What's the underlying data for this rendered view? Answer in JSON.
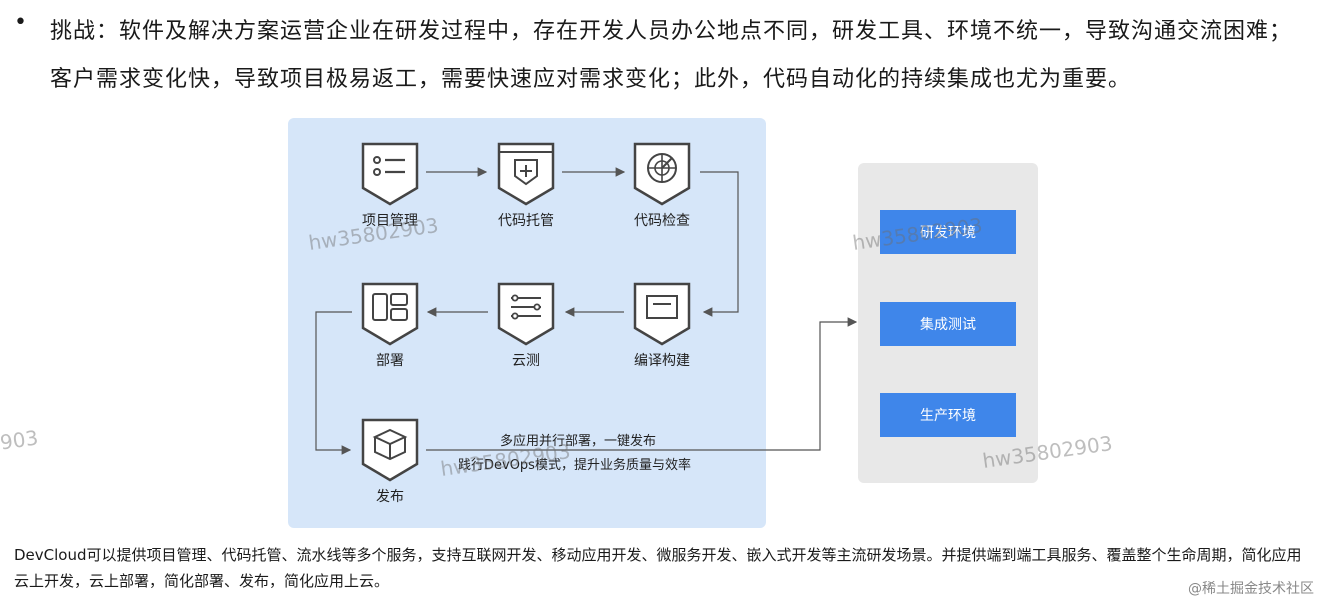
{
  "bullet": {
    "marker": "•",
    "text": "挑战：软件及解决方案运营企业在研发过程中，存在开发人员办公地点不同，研发工具、环境不统一，导致沟通交流困难；客户需求变化快，导致项目极易返工，需要快速应对需求变化；此外，代码自动化的持续集成也尤为重要。"
  },
  "flow": {
    "nodes": [
      {
        "label": "项目管理",
        "icon": "list-icon"
      },
      {
        "label": "代码托管",
        "icon": "shield-plus-icon"
      },
      {
        "label": "代码检查",
        "icon": "radar-icon"
      },
      {
        "label": "编译构建",
        "icon": "window-icon"
      },
      {
        "label": "云测",
        "icon": "sliders-icon"
      },
      {
        "label": "部署",
        "icon": "grid-icon"
      },
      {
        "label": "发布",
        "icon": "box-icon"
      }
    ],
    "caption_line1": "多应用并行部署，一键发布",
    "caption_line2": "践行DevOps模式，提升业务质量与效率"
  },
  "environments": [
    "研发环境",
    "集成测试",
    "生产环境"
  ],
  "watermarks": [
    "hw35802903",
    "hw35802903",
    "hw35802903",
    "hw35802903",
    "903"
  ],
  "footer": {
    "text": "DevCloud可以提供项目管理、代码托管、流水线等多个服务，支持互联网开发、移动应用开发、微服务开发、嵌入式开发等主流研发场景。并提供端到端工具服务、覆盖整个生命周期，简化应用云上开发，云上部署，简化部署、发布，简化应用上云。"
  },
  "credit": "@稀土掘金技术社区",
  "colors": {
    "flow_panel": "#d6e6f9",
    "env_panel": "#e8e8e8",
    "env_box": "#3f86ea",
    "icon_stroke": "#444444"
  }
}
